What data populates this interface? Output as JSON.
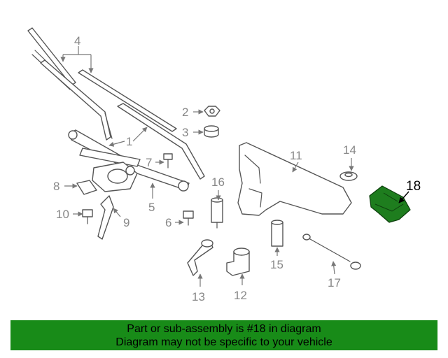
{
  "callouts": {
    "c1": "1",
    "c2": "2",
    "c3": "3",
    "c4": "4",
    "c5": "5",
    "c6": "6",
    "c7": "7",
    "c8": "8",
    "c9": "9",
    "c10": "10",
    "c11": "11",
    "c12": "12",
    "c13": "13",
    "c14": "14",
    "c15": "15",
    "c16": "16",
    "c17": "17",
    "c18": "18"
  },
  "highlight": {
    "part_number": "18",
    "color": "#1e7d1e"
  },
  "banner": {
    "line1": "Part or sub-assembly is #18 in diagram",
    "line2": "Diagram may not be specific to your vehicle",
    "background": "#188b18"
  }
}
